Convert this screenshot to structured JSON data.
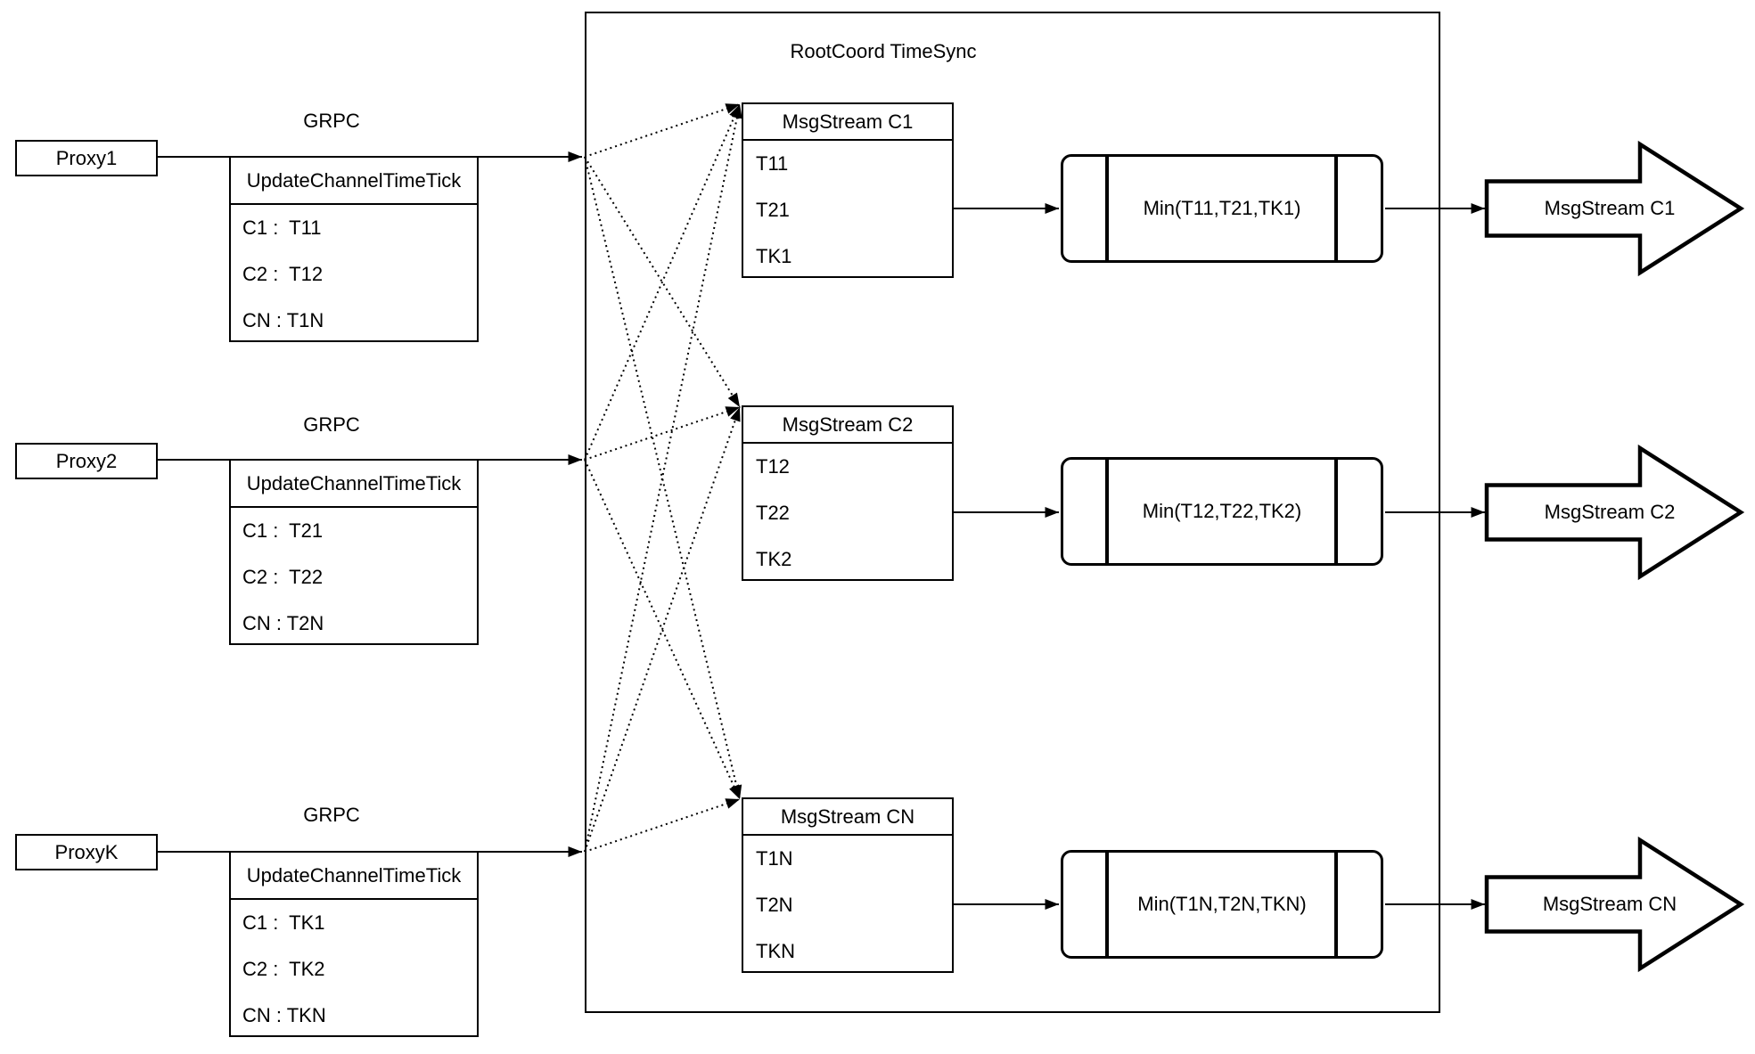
{
  "diagram": {
    "container_title": "RootCoord TimeSync",
    "colors": {
      "stroke": "#000000",
      "fill": "#ffffff"
    },
    "proxies": [
      {
        "name": "Proxy1",
        "protocol": "GRPC",
        "table": {
          "header": "UpdateChannelTimeTick",
          "rows": [
            "C1 :  T11",
            "C2 :  T12",
            "CN : T1N"
          ]
        }
      },
      {
        "name": "Proxy2",
        "protocol": "GRPC",
        "table": {
          "header": "UpdateChannelTimeTick",
          "rows": [
            "C1 :  T21",
            "C2 :  T22",
            "CN : T2N"
          ]
        }
      },
      {
        "name": "ProxyK",
        "protocol": "GRPC",
        "table": {
          "header": "UpdateChannelTimeTick",
          "rows": [
            "C1 :  TK1",
            "C2 :  TK2",
            "CN : TKN"
          ]
        }
      }
    ],
    "streams": [
      {
        "header": "MsgStream C1",
        "ticks": [
          "T11",
          "T21",
          "TK1"
        ],
        "min": "Min(T11,T21,TK1)",
        "output": "MsgStream C1"
      },
      {
        "header": "MsgStream C2",
        "ticks": [
          "T12",
          "T22",
          "TK2"
        ],
        "min": "Min(T12,T22,TK2)",
        "output": "MsgStream C2"
      },
      {
        "header": "MsgStream CN",
        "ticks": [
          "T1N",
          "T2N",
          "TKN"
        ],
        "min": "Min(T1N,T2N,TKN)",
        "output": "MsgStream CN"
      }
    ]
  }
}
